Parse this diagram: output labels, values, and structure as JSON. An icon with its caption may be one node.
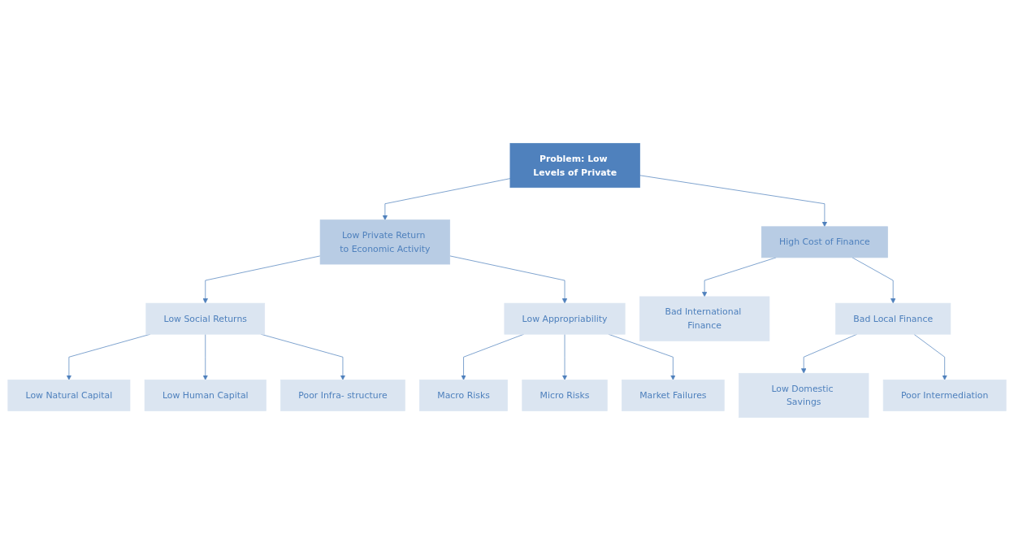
{
  "diagram": {
    "nodes": [
      {
        "text": [
          "Problem: Low Levels of Private"
        ]
      },
      {
        "text": [
          "Low Private Return to Economic Activity"
        ]
      },
      {
        "text": [
          "High Cost of Finance"
        ]
      },
      {
        "text": [
          "Low Social Returns"
        ]
      },
      {
        "text": [
          "Low Appropriability"
        ]
      },
      {
        "text": [
          "Bad International Finance"
        ]
      },
      {
        "text": [
          "Bad Local Finance"
        ]
      },
      {
        "text": [
          "Macro Risks"
        ]
      },
      {
        "text": [
          "Micro Risks"
        ]
      },
      {
        "text": [
          "Market Failures"
        ]
      },
      {
        "text": [
          "Low Domestic Savings"
        ]
      },
      {
        "text": [
          "Poor Intermediation"
        ]
      },
      {
        "text": [
          "Low Natural Capital"
        ]
      },
      {
        "text": [
          "Low Human Capital"
        ]
      },
      {
        "text": [
          "Poor Infra- structure"
        ]
      }
    ],
    "edges": [
      {
        "from": 0,
        "to": 1,
        "arrow": "to"
      },
      {
        "from": 0,
        "to": 2,
        "arrow": "to"
      },
      {
        "from": 1,
        "to": 3,
        "arrow": "to"
      },
      {
        "from": 1,
        "to": 4,
        "arrow": "to"
      },
      {
        "from": 2,
        "to": 5,
        "arrow": "to"
      },
      {
        "from": 2,
        "to": 6,
        "arrow": "to"
      },
      {
        "from": 3,
        "to": 12,
        "arrow": "to"
      },
      {
        "from": 3,
        "to": 13,
        "arrow": "to"
      },
      {
        "from": 3,
        "to": 14,
        "arrow": "to"
      },
      {
        "from": 4,
        "to": 7,
        "arrow": "to"
      },
      {
        "from": 4,
        "to": 8,
        "arrow": "to"
      },
      {
        "from": 4,
        "to": 9,
        "arrow": "to"
      },
      {
        "from": 6,
        "to": 10,
        "arrow": "to"
      },
      {
        "from": 6,
        "to": 11,
        "arrow": "to"
      }
    ]
  }
}
